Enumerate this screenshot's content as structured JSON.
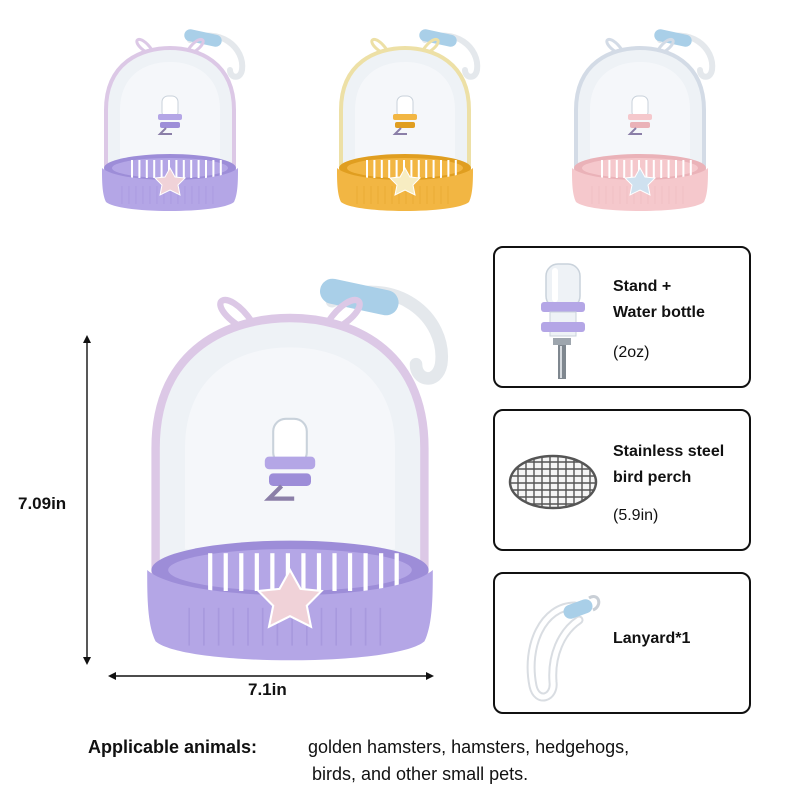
{
  "variants": [
    {
      "name": "Purple",
      "base": "#b4a6e6",
      "base_dark": "#9d8dd8",
      "frame": "#dcc8e6",
      "knob": "#f0d2d8"
    },
    {
      "name": "Yellow",
      "base": "#f2b643",
      "base_dark": "#e09e20",
      "frame": "#ede0a6",
      "knob": "#f7edc2"
    },
    {
      "name": "Pink",
      "base": "#f5c8cc",
      "base_dark": "#eab2b8",
      "frame": "#d3dbe6",
      "knob": "#cfe1ef"
    }
  ],
  "dimensions": {
    "height": "7.09in",
    "width": "7.1in"
  },
  "accessories": [
    {
      "title_line1": "Stand +",
      "title_line2": "Water bottle",
      "detail": "(2oz)",
      "icon": "water-bottle-icon"
    },
    {
      "title_line1": "Stainless steel",
      "title_line2": "bird perch",
      "detail": "(5.9in)",
      "icon": "perch-icon"
    },
    {
      "title_line1": "Lanyard*1",
      "title_line2": "",
      "detail": "",
      "icon": "lanyard-icon"
    }
  ],
  "footer": {
    "label": "Applicable animals:",
    "line1": "golden hamsters, hamsters, hedgehogs,",
    "line2": "birds, and other small pets."
  },
  "colors": {
    "lanyard_blue": "#a9cfe8",
    "dome": "#eef2f6",
    "grid": "#ffffff",
    "outline": "#111111"
  }
}
